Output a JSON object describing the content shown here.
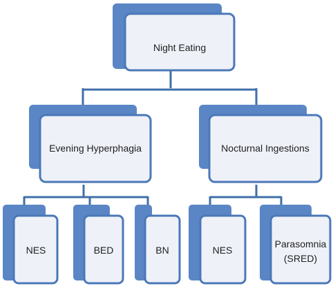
{
  "diagram": {
    "root": {
      "label": "Night Eating"
    },
    "evening": {
      "label": "Evening Hyperphagia"
    },
    "nocturnal": {
      "label": "Nocturnal Ingestions"
    },
    "leaves": {
      "nes1": {
        "label": "NES"
      },
      "bed": {
        "label": "BED"
      },
      "bn": {
        "label": "BN"
      },
      "nes2": {
        "label": "NES"
      },
      "parasomnia": {
        "line1": "Parasomnia",
        "line2": "(SRED)"
      }
    }
  },
  "colors": {
    "back_panel": "#5a86c5",
    "front_fill": "#eef1f8",
    "front_stroke": "#4a78b8",
    "connector": "#3f6fa8",
    "text": "#1f1f1f"
  }
}
